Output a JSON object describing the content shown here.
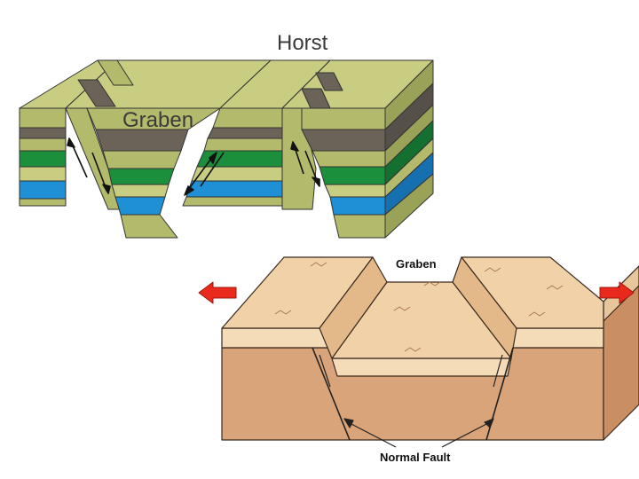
{
  "top_diagram": {
    "labels": {
      "horst": "Horst",
      "graben": "Graben"
    },
    "colors": {
      "olive_top": "#c8cd82",
      "olive_side": "#b4ba6c",
      "olive_dark": "#9aa257",
      "brown": "#6b6358",
      "brown_side": "#57504a",
      "green": "#1b8f3c",
      "green_side": "#147030",
      "blue": "#1f8fd6",
      "blue_side": "#166fae",
      "outline": "#333333"
    }
  },
  "bottom_diagram": {
    "labels": {
      "graben": "Graben",
      "normal_fault": "Normal Fault"
    },
    "colors": {
      "surface": "#f1d2a8",
      "topsoil": "#f5dcb8",
      "deep": "#d9a47a",
      "arrow": "#e8291c",
      "outline": "#3a2a1f"
    }
  }
}
